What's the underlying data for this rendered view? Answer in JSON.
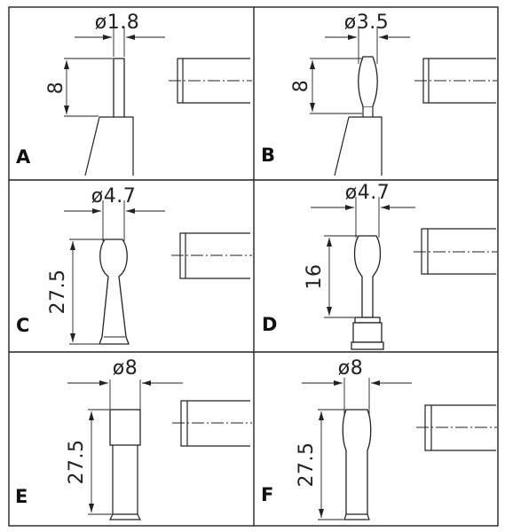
{
  "panels": [
    {
      "label": "A",
      "diameter": "ø1.8",
      "length": "8"
    },
    {
      "label": "B",
      "diameter": "ø3.5",
      "length": "8"
    },
    {
      "label": "C",
      "diameter": "ø4.7",
      "length": "27.5"
    },
    {
      "label": "D",
      "diameter": "ø4.7",
      "length": "16"
    },
    {
      "label": "E",
      "diameter": "ø8",
      "length": "27.5"
    },
    {
      "label": "F",
      "diameter": "ø8",
      "length": "27.5"
    }
  ]
}
